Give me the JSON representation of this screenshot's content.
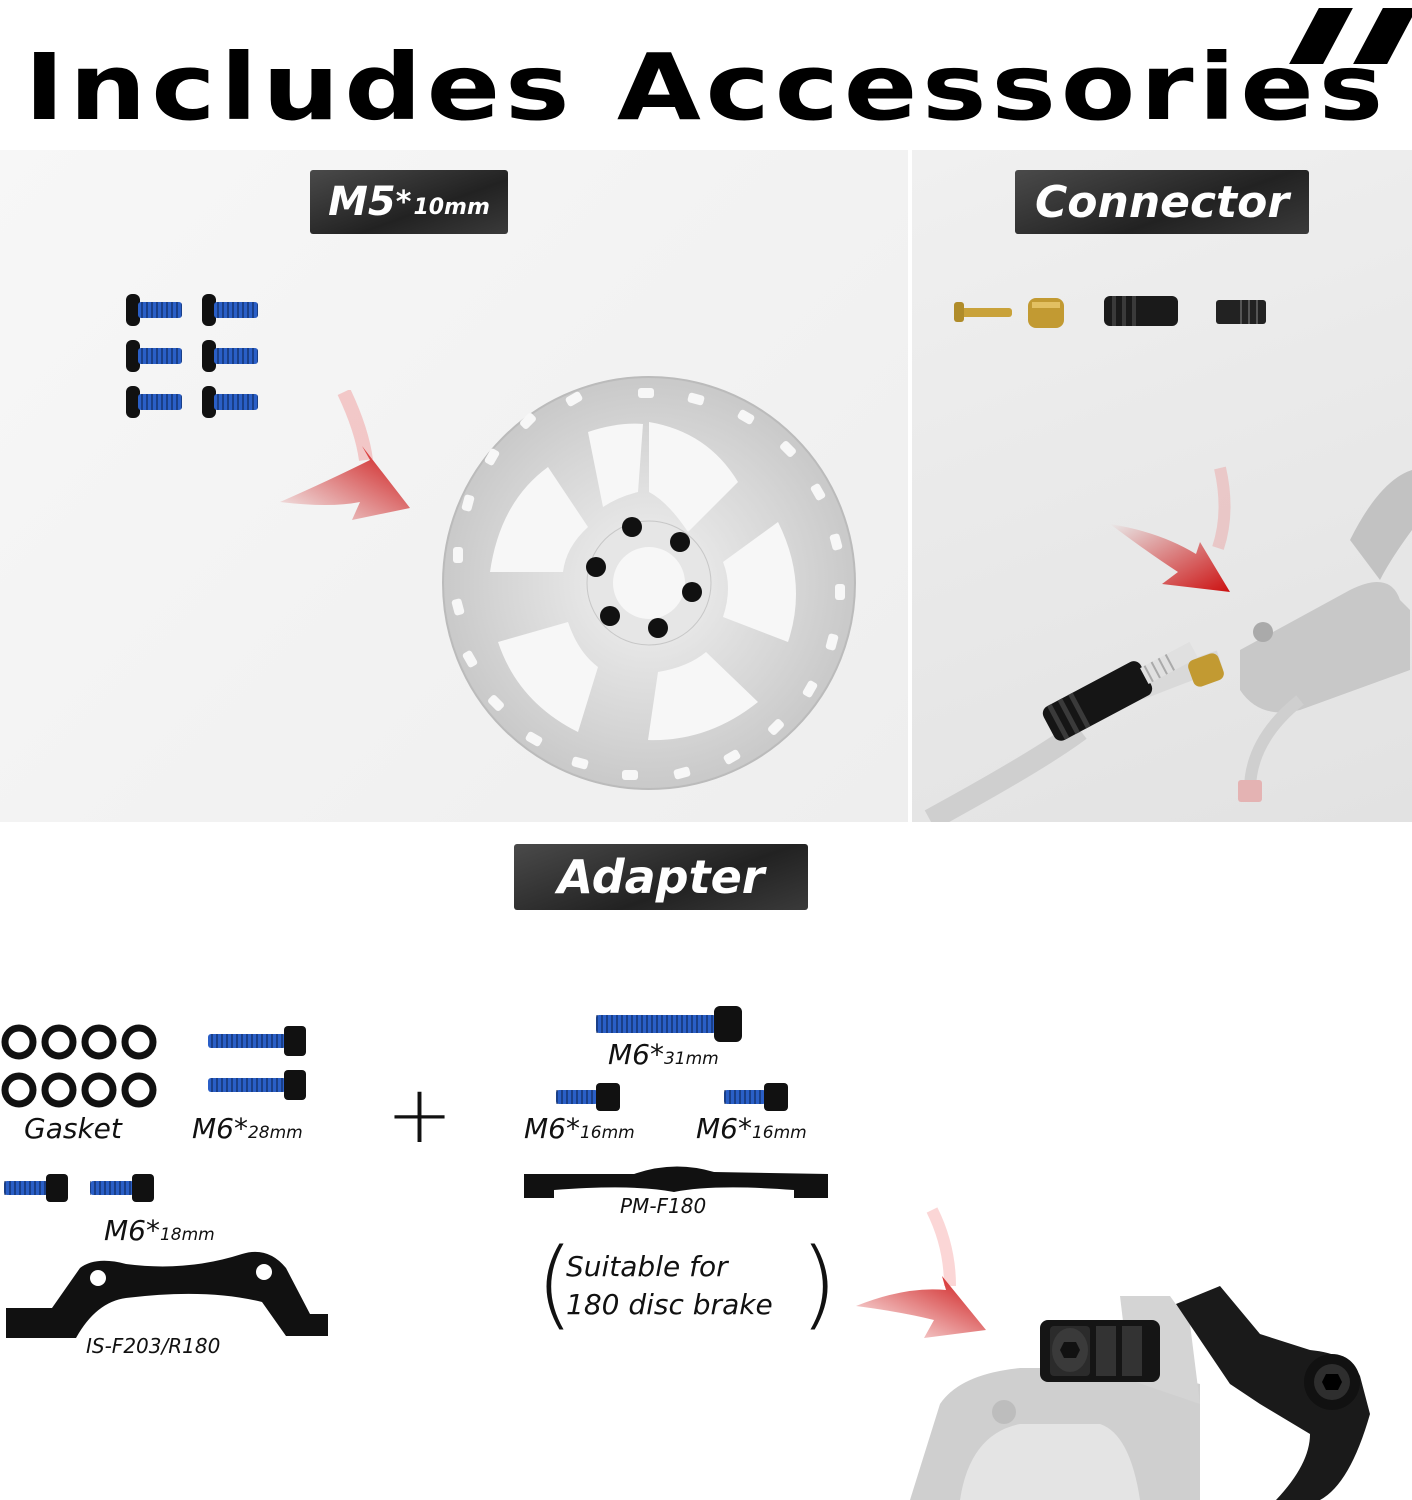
{
  "title": "Includes  Accessories",
  "sections": {
    "rotor_bolts": {
      "label_main": "M5",
      "label_star": "*",
      "label_size": "10mm"
    },
    "connector": {
      "label": "Connector"
    },
    "adapter": {
      "label": "Adapter"
    }
  },
  "adapter_kit_left": {
    "gasket": "Gasket",
    "m6_28": {
      "main": "M6",
      "star": "*",
      "size": "28mm"
    },
    "m6_18": {
      "main": "M6",
      "star": "*",
      "size": "18mm"
    },
    "plate": "IS-F203/R180"
  },
  "adapter_kit_right": {
    "m6_31": {
      "main": "M6",
      "star": "*",
      "size": "31mm"
    },
    "m6_16a": {
      "main": "M6",
      "star": "*",
      "size": "16mm"
    },
    "m6_16b": {
      "main": "M6",
      "star": "*",
      "size": "16mm"
    },
    "plate": "PM-F180",
    "note_line1": "Suitable for",
    "note_line2": "180 disc brake"
  },
  "plus_sign": "+",
  "colors": {
    "arrow_red": "#cc1010",
    "thread_blue": "#2a5fc7",
    "label_bg": "#2b2b2b",
    "brass": "#c9a23a"
  }
}
